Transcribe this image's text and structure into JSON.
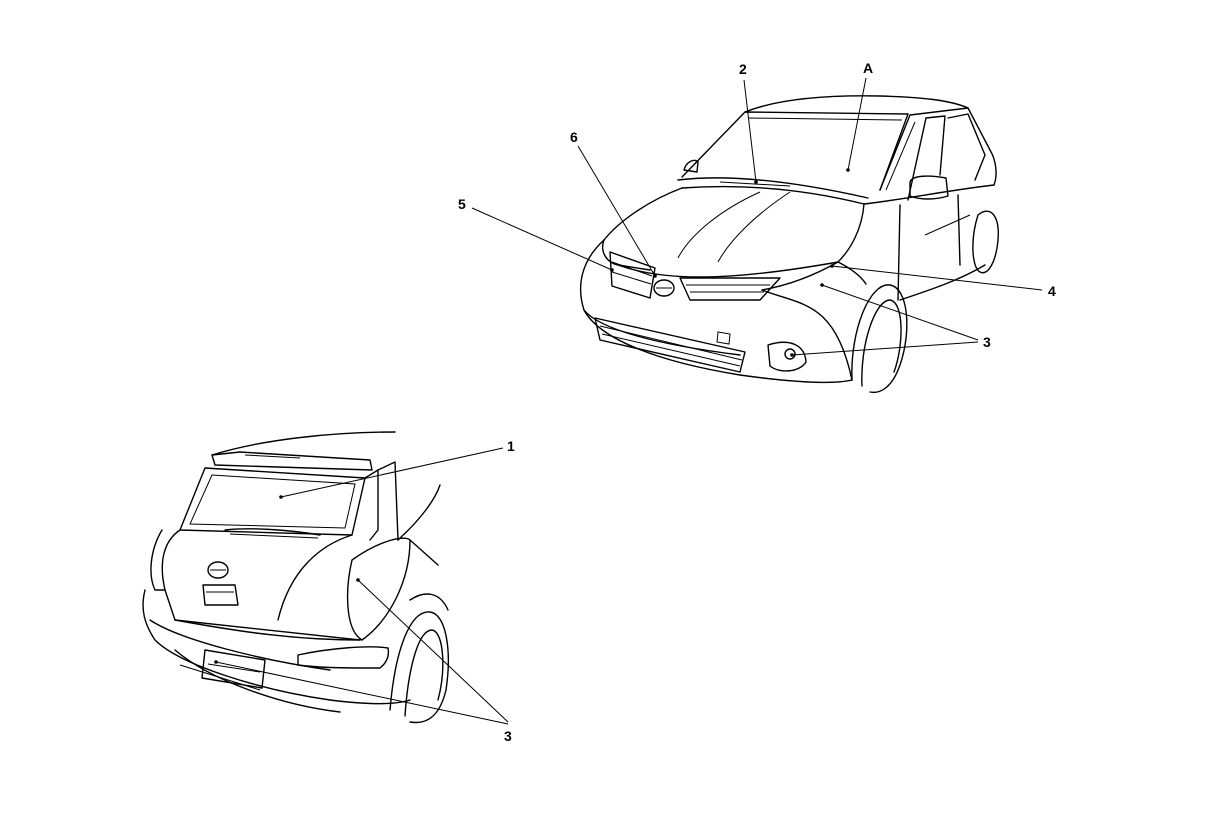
{
  "callouts": {
    "front": {
      "label_2": "2",
      "label_a": "A",
      "label_6": "6",
      "label_5": "5",
      "label_4": "4",
      "label_3": "3"
    },
    "rear": {
      "label_1": "1",
      "label_3": "3"
    }
  }
}
